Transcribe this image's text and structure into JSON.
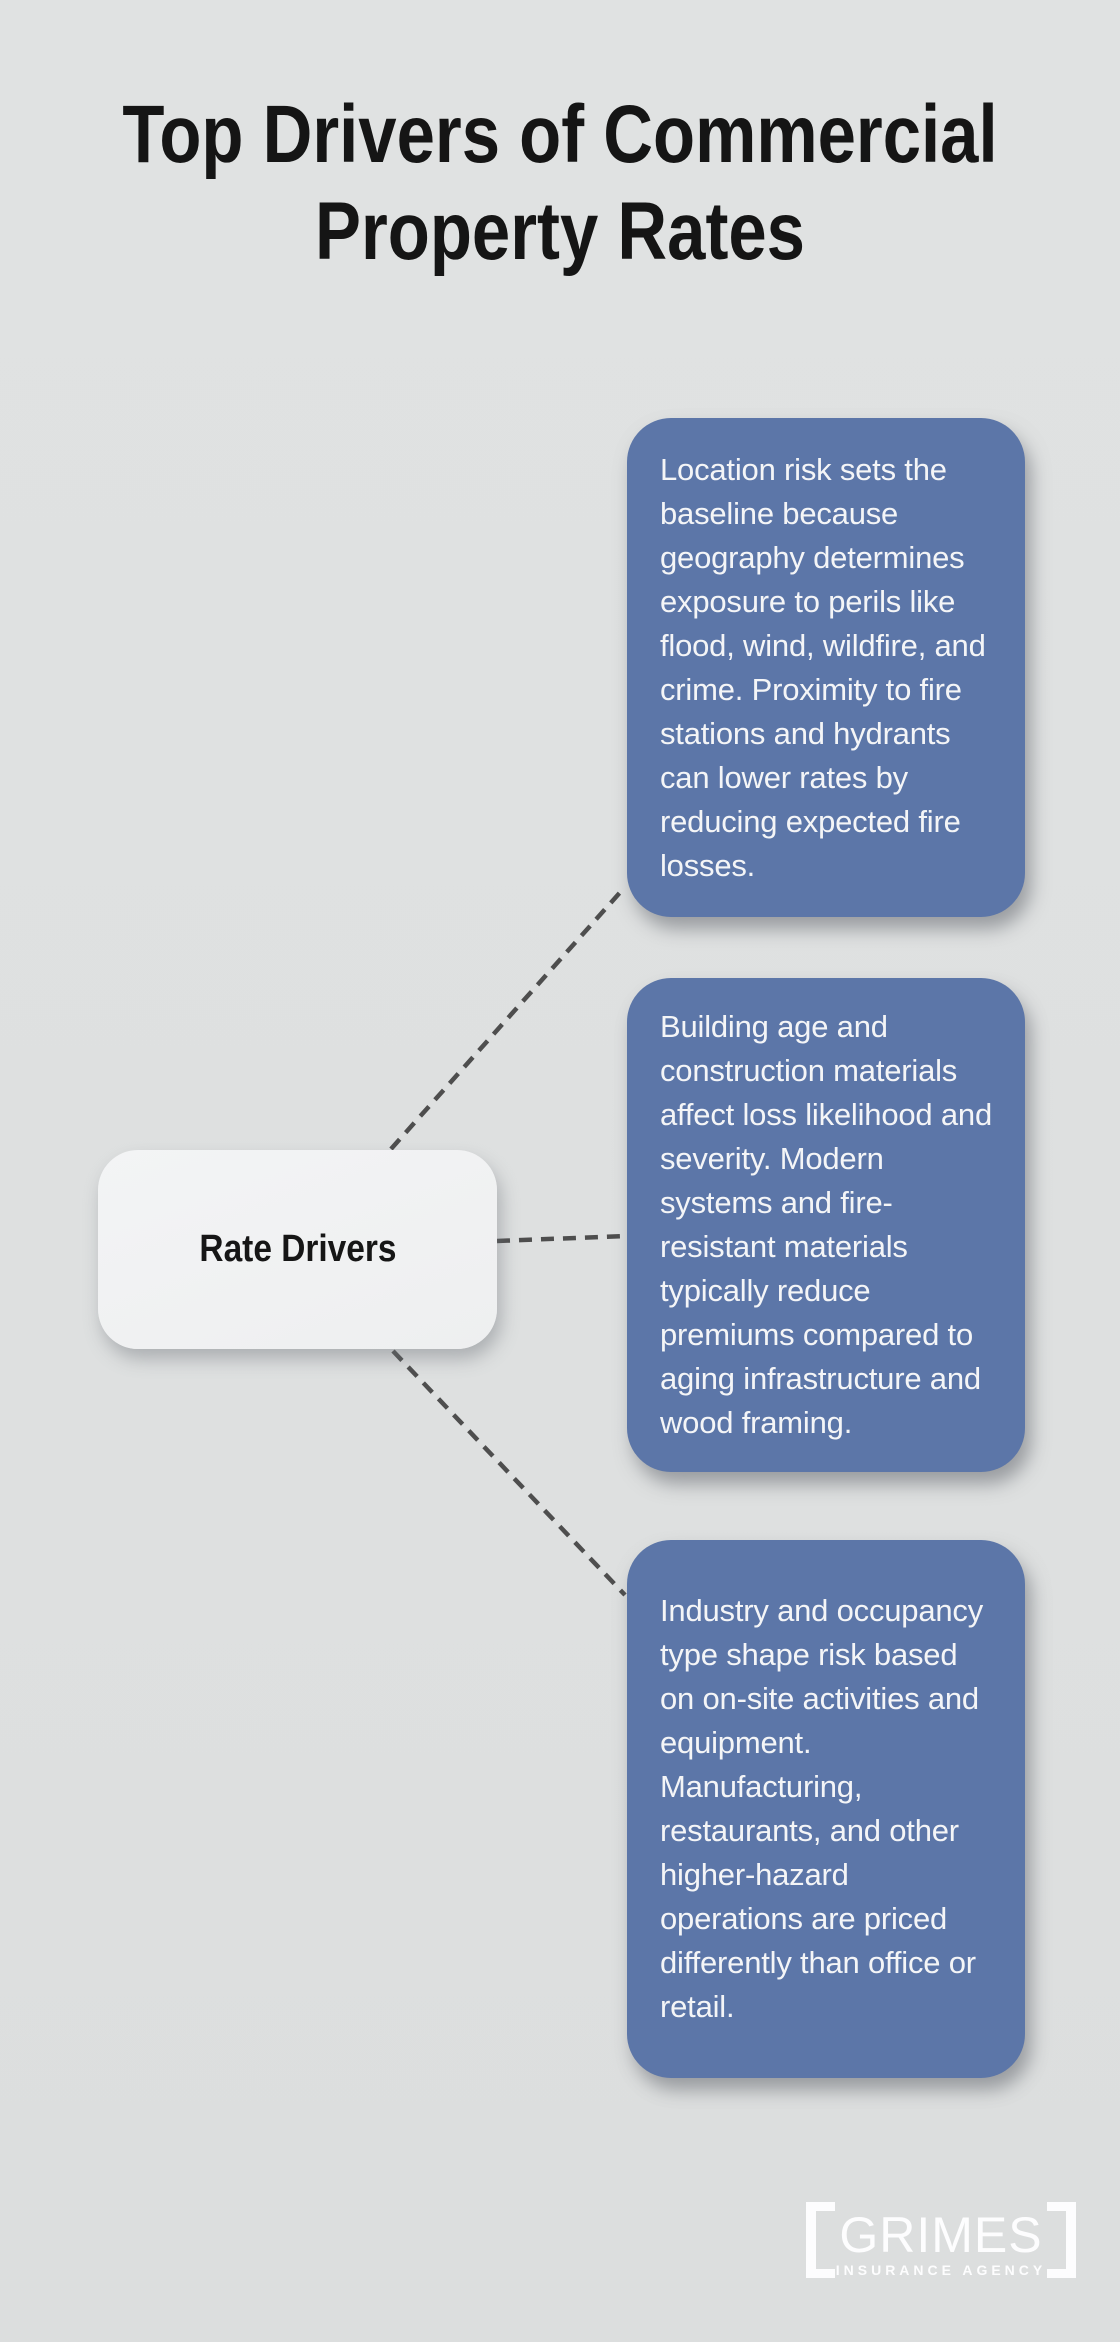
{
  "title": {
    "line1": "Top Drivers of Commercial",
    "line2": "Property Rates"
  },
  "center_node": {
    "label": "Rate Drivers"
  },
  "drivers": [
    {
      "text": "Location risk sets the baseline because geography determines exposure to perils like flood, wind, wildfire, and crime. Proximity to fire stations and hydrants can lower rates by reducing expected fire losses."
    },
    {
      "text": "Building age and construction materials affect loss likelihood and severity. Modern systems and fire-resistant materials typically reduce premiums compared to aging infrastructure and wood framing."
    },
    {
      "text": "Industry and occupancy type shape risk based on on-site activities and equipment. Manufacturing, restaurants, and other higher-hazard operations are priced differently than office or retail."
    }
  ],
  "logo": {
    "name": "GRIMES",
    "subtitle": "INSURANCE AGENCY"
  },
  "colors": {
    "background": "#dfe1e1",
    "card_blue": "#5c76a8",
    "card_text": "#f4f5f7",
    "center_node_bg": "#f1f2f3",
    "connector_dash": "#4e4e4e",
    "title_text": "#151515",
    "logo_white": "#fdfdfe"
  }
}
